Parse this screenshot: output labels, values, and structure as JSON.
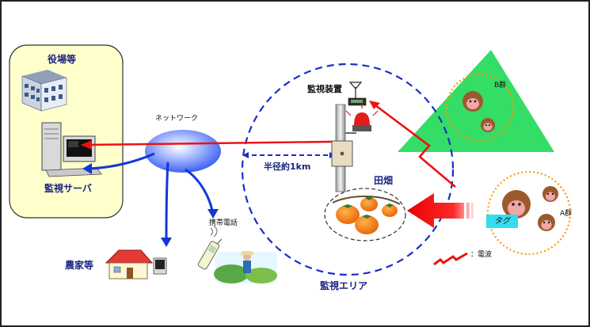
{
  "labels": {
    "office_title": "役場等",
    "server_label": "監視サーバ",
    "network_label": "ネットワーク",
    "mobile_label": "携帯電話",
    "farmer_label": "農家等",
    "device_label": "監視装置",
    "radius_label": "半径約1km",
    "field_label": "田畑",
    "area_label": "監視エリア",
    "group_b_label": "B群",
    "group_a_label": "A群",
    "tag_label": "タグ",
    "radio_label": "：電波"
  },
  "colors": {
    "office_panel": "#ffffcc",
    "office_border": "#333333",
    "network_cloud": "#6b8cff",
    "signal_red": "#ee1111",
    "link_blue": "#1436d6",
    "monitor_area": "#1a2ec8",
    "forest_green": "#33dd66",
    "tag_cyan": "#33ddee",
    "label_navy": "#1a237e"
  },
  "icons": {
    "office": "office-building-icon",
    "server": "server-computer-icon",
    "farmhouse": "farmhouse-icon",
    "phone": "mobile-phone-icon",
    "device": "monitoring-device-icon",
    "antenna": "antenna-icon",
    "warning_light": "warning-light-icon",
    "persimmon": "persimmon-icon",
    "monkey": "monkey-icon"
  }
}
